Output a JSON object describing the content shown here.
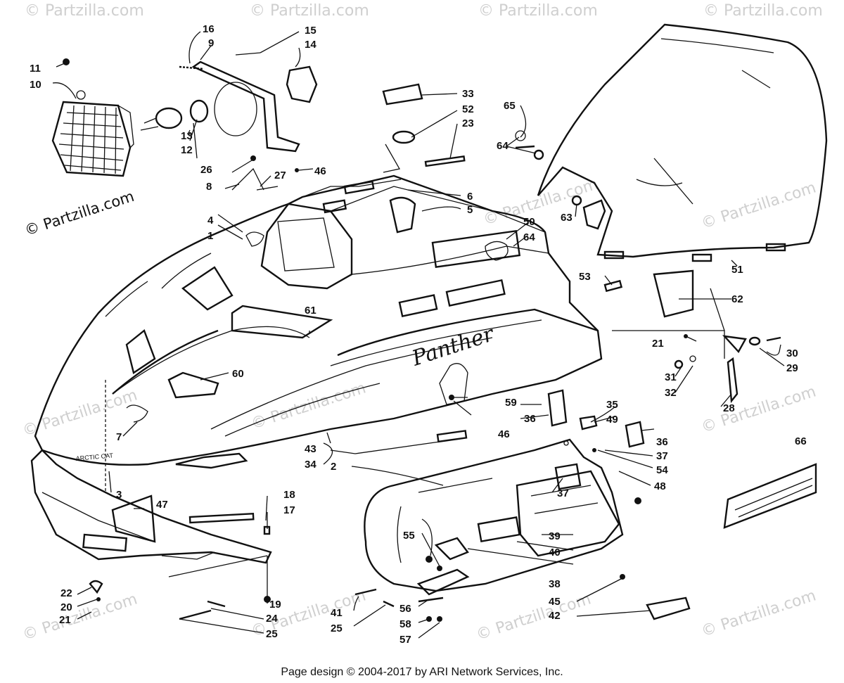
{
  "watermark": {
    "brand_line": "© Partzilla.com",
    "faint": "© Partzilla.com"
  },
  "footer": {
    "text": "Page design © 2004-2017 by ARI Network Services, Inc."
  },
  "decals": {
    "hood_script": "Panther",
    "nose_badge": "ARCTIC CAT"
  },
  "callouts": [
    "1",
    "2",
    "3",
    "4",
    "5",
    "6",
    "7",
    "8",
    "9",
    "10",
    "11",
    "12",
    "13",
    "14",
    "15",
    "16",
    "17",
    "18",
    "19",
    "20",
    "21",
    "21",
    "22",
    "23",
    "24",
    "25",
    "25",
    "26",
    "27",
    "28",
    "29",
    "30",
    "31",
    "32",
    "33",
    "34",
    "35",
    "36",
    "36",
    "37",
    "37",
    "38",
    "39",
    "40",
    "41",
    "42",
    "43",
    "45",
    "46",
    "46",
    "47",
    "48",
    "49",
    "50",
    "51",
    "52",
    "53",
    "54",
    "55",
    "56",
    "57",
    "58",
    "59",
    "60",
    "61",
    "62",
    "63",
    "64",
    "64",
    "65",
    "66"
  ]
}
